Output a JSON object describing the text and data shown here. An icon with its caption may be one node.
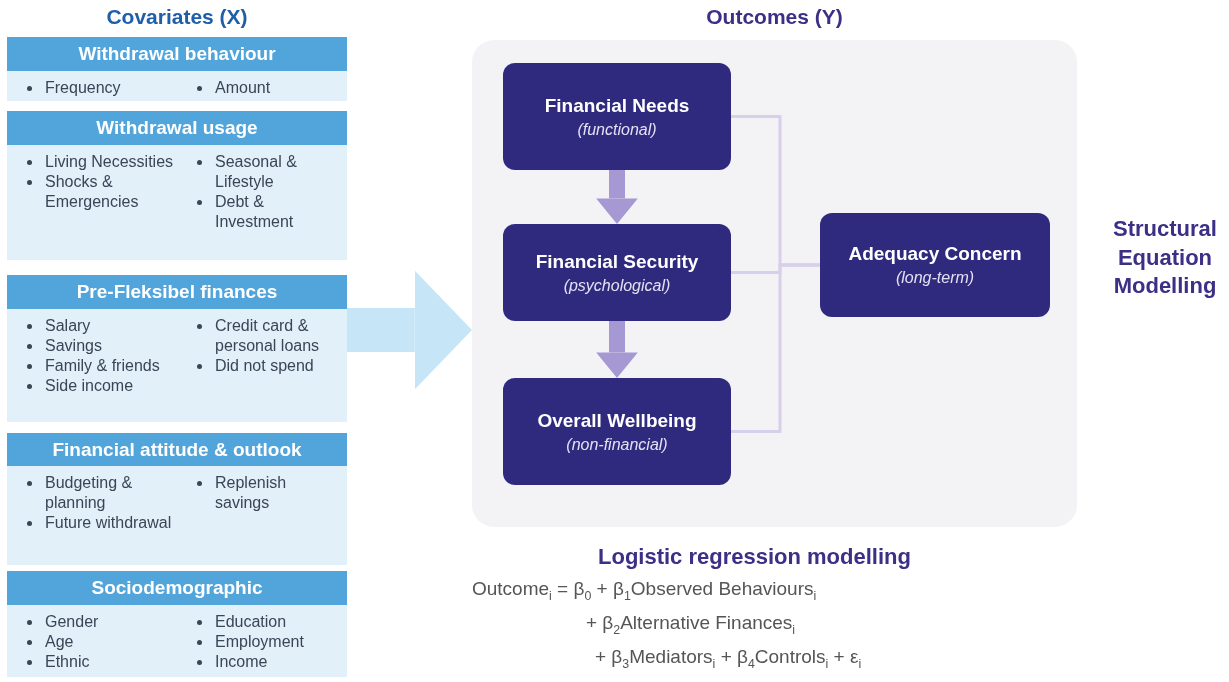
{
  "diagram": {
    "nodes": [
      {
        "text": [
          "Covariates (X)"
        ]
      },
      {
        "text": [
          "Withdrawal behaviour",
          "Frequency",
          "Amount"
        ],
        "in": 0
      },
      {
        "text": [
          "Withdrawal usage",
          "Living Necessities",
          "Shocks & Emergencies",
          "Seasonal & Lifestyle",
          "Debt & Investment"
        ],
        "in": 0
      },
      {
        "text": [
          "Pre-Fleksibel finances",
          "Salary",
          "Savings",
          "Family & friends",
          "Side income",
          "Credit card & personal loans",
          "Did not spend"
        ],
        "in": 0
      },
      {
        "text": [
          "Financial attitude & outlook",
          "Budgeting & planning",
          "Future withdrawal",
          "Replenish savings"
        ],
        "in": 0
      },
      {
        "text": [
          "Sociodemographic",
          "Gender",
          "Age",
          "Ethnic",
          "Education",
          "Employment",
          "Income"
        ],
        "in": 0
      },
      {
        "text": [
          "Outcomes (Y)"
        ]
      },
      {
        "text": [
          "Financial Needs",
          "(functional)"
        ],
        "in": 6
      },
      {
        "text": [
          "Financial Security",
          "(psychological)"
        ],
        "in": 6
      },
      {
        "text": [
          "Overall Wellbeing",
          "(non-financial)"
        ],
        "in": 6
      },
      {
        "text": [
          "Adequacy Concern",
          "(long-term)"
        ],
        "in": 6
      }
    ],
    "edges": [
      {
        "from": 0,
        "to": 6,
        "arrow": "to",
        "style": "thick",
        "color": "#c6e6f7"
      },
      {
        "from": 7,
        "to": 8,
        "arrow": "to",
        "style": "thick",
        "color": "#a698d2"
      },
      {
        "from": 8,
        "to": 9,
        "arrow": "to",
        "style": "thick",
        "color": "#a698d2"
      },
      {
        "from": 7,
        "to": 10,
        "arrow": "none",
        "color": "#d8d0ea"
      },
      {
        "from": 8,
        "to": 10,
        "arrow": "none",
        "color": "#d8d0ea"
      },
      {
        "from": 9,
        "to": 10,
        "arrow": "none",
        "color": "#d8d0ea"
      }
    ],
    "labels": [
      "Structural Equation Modelling",
      "Logistic regression modelling",
      "Outcome$_{i}$ = β$_{0}$ + β$_{1}$Observed Behaviours$_{i}$",
      "+ β$_{2}$Alternative Finances$_{i}$",
      "+ β$_{3}$Mediators$_{i}$ + β$_{4}$Controls$_{i}$ + ε$_{i}$"
    ]
  }
}
